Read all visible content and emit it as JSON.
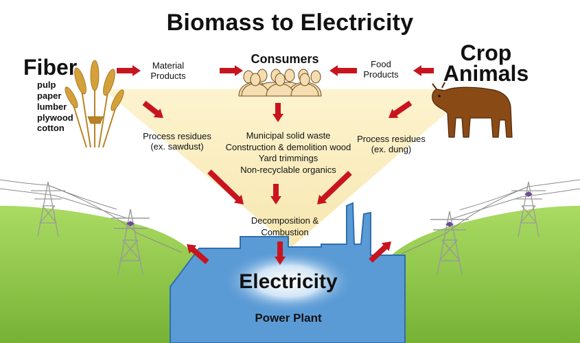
{
  "title": "Biomass to Electricity",
  "fiber": {
    "title": "Fiber",
    "items": [
      "pulp",
      "paper",
      "lumber",
      "plywood",
      "cotton"
    ]
  },
  "crop": {
    "line1": "Crop",
    "line2": "Animals"
  },
  "consumers": "Consumers",
  "material_products": {
    "line1": "Material",
    "line2": "Products"
  },
  "food_products": {
    "line1": "Food",
    "line2": "Products"
  },
  "process_residues_left": {
    "line1": "Process residues",
    "line2": "(ex. sawdust)"
  },
  "process_residues_right": {
    "line1": "Process residues",
    "line2": "(ex. dung)"
  },
  "municipal": [
    "Municipal solid waste",
    "Construction & demolition wood",
    "Yard trimmings",
    "Non-recyclable organics"
  ],
  "decomposition": {
    "line1": "Decomposition &",
    "line2": "Combustion"
  },
  "electricity": "Electricity",
  "power_plant": "Power Plant",
  "colors": {
    "arrow": "#c8141e",
    "funnel": "#fbefc4",
    "plant": "#5b9bd5",
    "plant_dark": "#2f6db0",
    "hill": "#8cc63f",
    "cow": "#8a4a16",
    "wheat": "#d4a03a"
  },
  "icons": [
    "wheat-icon",
    "cow-icon",
    "crowd-icon",
    "power-tower-icon",
    "arrow-icon"
  ]
}
